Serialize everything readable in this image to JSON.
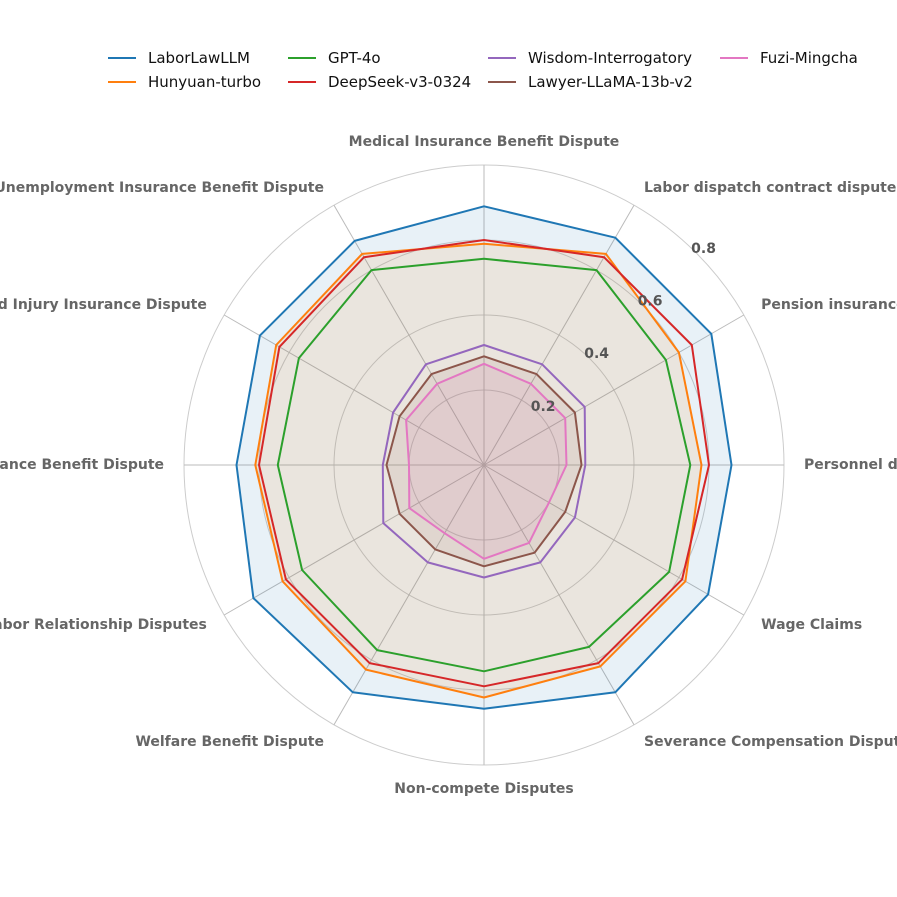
{
  "chart_data": {
    "type": "radar",
    "categories": [
      "Medical Insurance Benefit Dispute",
      "Labor dispatch contract disputes",
      "Pension insurance benefit dispute",
      "Personnel disputes",
      "Wage Claims",
      "Severance Compensation Disputes",
      "Non-compete Disputes",
      "Welfare Benefit Dispute",
      "Confirmation of Labor Relationship Disputes",
      "Maternity Insurance Benefit Dispute",
      "Work-related Injury Insurance Dispute",
      "Unemployment Insurance Benefit Dispute"
    ],
    "rlim": [
      0,
      0.8
    ],
    "rticks": [
      0.2,
      0.4,
      0.6,
      0.8
    ],
    "rtick_labels": [
      "0.2",
      "0.4",
      "0.6",
      "0.8"
    ],
    "grid": true,
    "legend_position": "top",
    "series": [
      {
        "name": "LaborLawLLM",
        "color": "#1f77b4",
        "fill": true,
        "values": [
          0.69,
          0.7,
          0.7,
          0.66,
          0.69,
          0.7,
          0.65,
          0.7,
          0.71,
          0.66,
          0.69,
          0.69
        ]
      },
      {
        "name": "Hunyuan-turbo",
        "color": "#ff7f0e",
        "fill": true,
        "values": [
          0.59,
          0.65,
          0.6,
          0.58,
          0.62,
          0.62,
          0.62,
          0.63,
          0.62,
          0.61,
          0.64,
          0.65
        ]
      },
      {
        "name": "GPT-4o",
        "color": "#2ca02c",
        "fill": false,
        "values": [
          0.55,
          0.6,
          0.56,
          0.55,
          0.57,
          0.56,
          0.55,
          0.57,
          0.56,
          0.55,
          0.57,
          0.6
        ]
      },
      {
        "name": "DeepSeek-v3-0324",
        "color": "#d62728",
        "fill": false,
        "values": [
          0.6,
          0.64,
          0.64,
          0.6,
          0.61,
          0.61,
          0.59,
          0.61,
          0.61,
          0.6,
          0.63,
          0.64
        ]
      },
      {
        "name": "Wisdom-Interrogatory",
        "color": "#9467bd",
        "fill": false,
        "values": [
          0.32,
          0.31,
          0.31,
          0.27,
          0.28,
          0.3,
          0.3,
          0.3,
          0.31,
          0.27,
          0.28,
          0.31
        ]
      },
      {
        "name": "Lawyer-LLaMA-13b-v2",
        "color": "#8c564b",
        "fill": true,
        "values": [
          0.29,
          0.28,
          0.28,
          0.26,
          0.25,
          0.27,
          0.27,
          0.26,
          0.26,
          0.26,
          0.26,
          0.28
        ]
      },
      {
        "name": "Fuzi-Mingcha",
        "color": "#e377c2",
        "fill": true,
        "values": [
          0.27,
          0.25,
          0.25,
          0.22,
          0.2,
          0.24,
          0.25,
          0.21,
          0.23,
          0.2,
          0.24,
          0.25
        ]
      }
    ]
  }
}
